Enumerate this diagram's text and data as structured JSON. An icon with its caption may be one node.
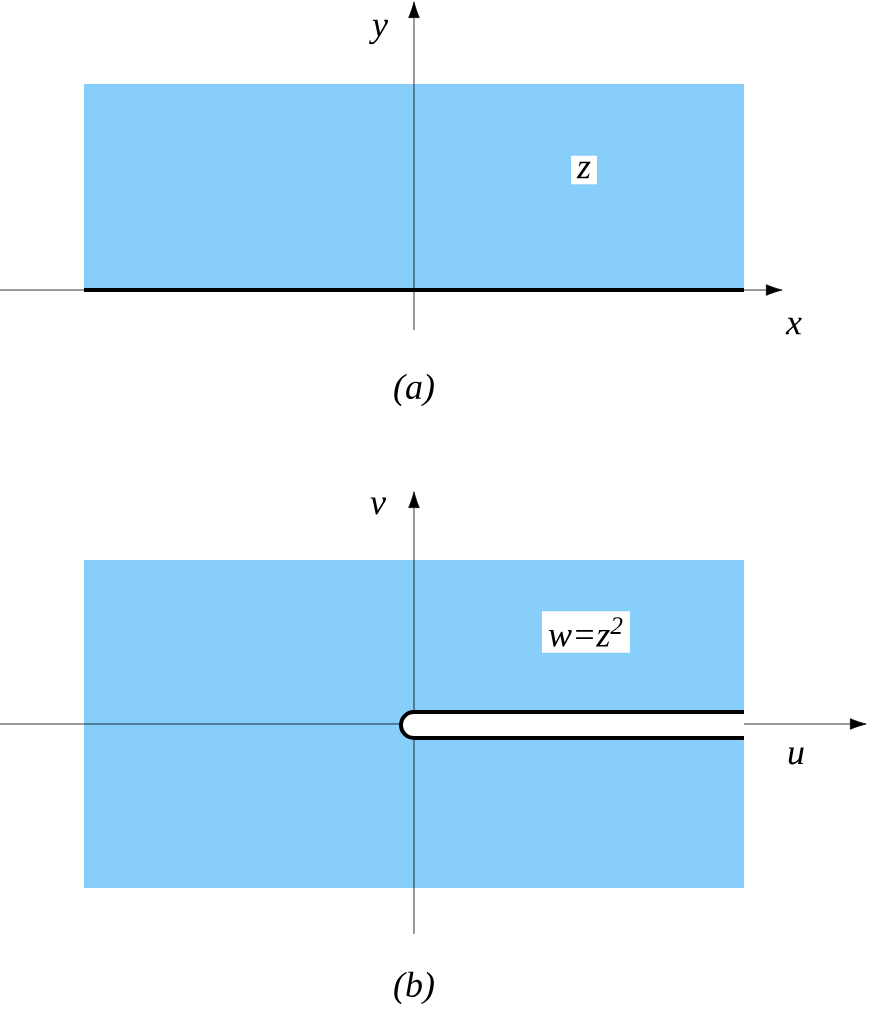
{
  "diagram": {
    "labels": [
      "y",
      "z",
      "x",
      "(a)",
      "v",
      "w=z$^{2}$",
      "u",
      "(b)"
    ]
  }
}
